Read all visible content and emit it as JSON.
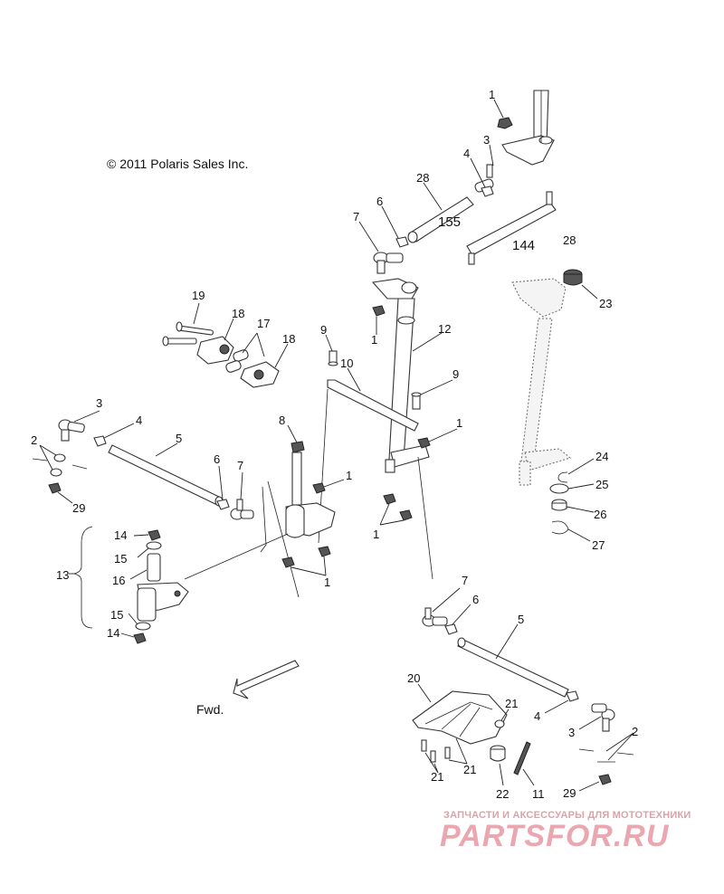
{
  "copyright": "© 2011 Polaris Sales Inc.",
  "direction_label": "Fwd.",
  "watermark": {
    "tagline": "ЗАПЧАСТИ И АКСЕССУАРЫ ДЛЯ МОТОТЕХНИКИ",
    "logo": "PARTSFOR.RU"
  },
  "callouts": {
    "c1_top": "1",
    "c3_top": "3",
    "c4_top": "4",
    "c28_upper": "28",
    "c6_top": "6",
    "c7_top": "7",
    "c155": "155",
    "c144": "144",
    "c28_lower": "28",
    "c23": "23",
    "c19": "19",
    "c18_a": "18",
    "c17": "17",
    "c18_b": "18",
    "c1_col": "1",
    "c12": "12",
    "c9_a": "9",
    "c10": "10",
    "c9_b": "9",
    "c1_mid": "1",
    "c8": "8",
    "c1_bracket": "1",
    "c1_lower": "1",
    "c1_low_left": "1",
    "c3_left": "3",
    "c4_left": "4",
    "c5_left": "5",
    "c2_left": "2",
    "c29_left": "29",
    "c6_left": "6",
    "c7_left": "7",
    "c14_a": "14",
    "c15_a": "15",
    "c13": "13",
    "c16": "16",
    "c15_b": "15",
    "c14_b": "14",
    "c24": "24",
    "c25": "25",
    "c26": "26",
    "c27": "27",
    "c7_right": "7",
    "c6_right": "6",
    "c5_right": "5",
    "c20": "20",
    "c21_a": "21",
    "c4_right": "4",
    "c3_right": "3",
    "c2_right": "2",
    "c21_b": "21",
    "c21_c": "21",
    "c22": "22",
    "c11": "11",
    "c29_right": "29"
  },
  "colors": {
    "line": "#333333",
    "watermark": "#e58a96"
  }
}
